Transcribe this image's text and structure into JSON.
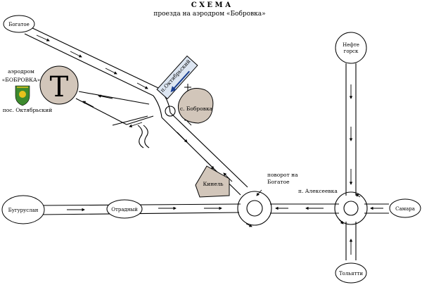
{
  "title": "С Х Е М А",
  "subtitle": "проезда на аэродром «Бобровка»",
  "towns": {
    "bogatoe": "Богатое",
    "neftegorsk_1": "Нефте",
    "neftegorsk_2": "горск",
    "buguruslan": "Бугуруслан",
    "otradny": "Отрадный",
    "samara": "Самара",
    "tolyatti": "Тольятти"
  },
  "areas": {
    "bobrovka": "с. Бобровка",
    "kinel": "Кинель"
  },
  "airfield": {
    "line1": "аэродром",
    "line2": "«БОБРОВКА»",
    "settlement": "пос. Октябрьский",
    "symbol": "T"
  },
  "annotations": {
    "turn_1": "поворот на",
    "turn_2": "Богатое",
    "alekseevka": "п. Алексеевка",
    "oktyabrsky_sign": "п.Октябрьский"
  },
  "colors": {
    "road": "#000000",
    "area_fill": "#d2c6ba",
    "sign_fill": "#dde6f2",
    "sign_arrow": "#1b3f8f",
    "emblem_green": "#3d8a2e",
    "emblem_yellow": "#e8c21c"
  },
  "icons": {
    "emblem": "airfield-emblem-icon",
    "runway": "runway-t-icon"
  }
}
